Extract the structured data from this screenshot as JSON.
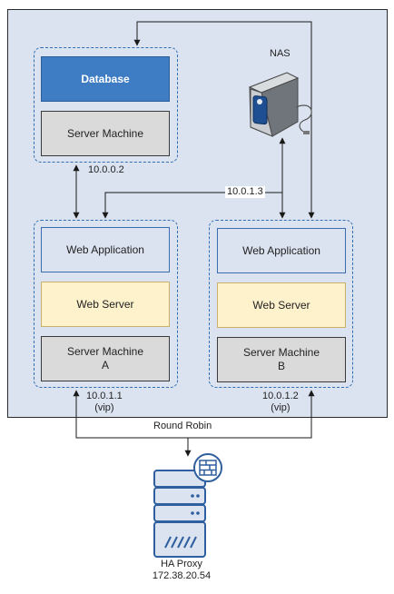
{
  "db_group": {
    "database": "Database",
    "server": "Server Machine",
    "ip": "10.0.0.2"
  },
  "nas": {
    "label": "NAS",
    "ip": "10.0.1.3"
  },
  "node_a": {
    "app": "Web Application",
    "web": "Web Server",
    "server_line1": "Server Machine",
    "server_line2": "A",
    "ip": "10.0.1.1",
    "vip": "(vip)"
  },
  "node_b": {
    "app": "Web Application",
    "web": "Web Server",
    "server_line1": "Server Machine",
    "server_line2": "B",
    "ip": "10.0.1.2",
    "vip": "(vip)"
  },
  "balancer": {
    "method": "Round Robin",
    "name": "HA Proxy",
    "ip": "172.38.20.54"
  },
  "colors": {
    "cluster_bg": "#dbe3f0",
    "accent": "#3e7dc4",
    "group_border": "#2f6db5",
    "web_server": "#fdf2cc",
    "server": "#dadada",
    "proxy_fill": "#dbe3f0",
    "proxy_stroke": "#2f5f9e"
  },
  "icons": [
    "nas-drive-icon",
    "firewall-icon",
    "server-rack-icon"
  ]
}
